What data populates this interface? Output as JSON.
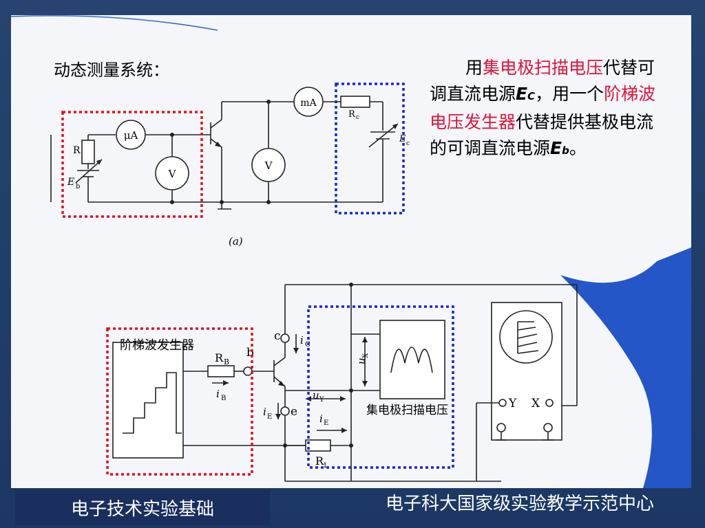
{
  "slide": {
    "heading": "动态测量系统：",
    "desc": {
      "p1": "用",
      "r1": "集电极扫描电压",
      "p2": "代替可调直流电源",
      "ec_main": "E",
      "ec_sub": "C",
      "p3": "，用一个",
      "r2": "阶梯波电压发生器",
      "p4": "代替提供基极电流的可调直流电源",
      "eb_main": "E",
      "eb_sub": "b",
      "p5": "。"
    }
  },
  "circuit_a": {
    "caption": "(a)",
    "r": "R",
    "eb": "E",
    "eb_sub": "b",
    "ua": "μA",
    "v_left": "V",
    "v_mid": "V",
    "ma": "mA",
    "rc": "R",
    "rc_sub": "c",
    "ec": "E",
    "ec_sub": "c"
  },
  "circuit_b": {
    "generator": "阶梯波发生器",
    "rb": "R",
    "rb_sub": "B",
    "b": "b",
    "c": "c",
    "e": "e",
    "ic": "i",
    "ic_sub": "C",
    "ib": "i",
    "ib_sub": "B",
    "ie1": "i",
    "ie1_sub": "E",
    "ie2": "i",
    "ie2_sub": "E",
    "ux": "u",
    "ux_sub": "X",
    "uy": "u",
    "uy_sub": "Y",
    "scan": "集电极扫描电压",
    "r1": "R",
    "r1_sub": "1",
    "y": "Y",
    "x": "X"
  },
  "footer": {
    "left": "电子技术实验基础",
    "right": "电子科大国家级实验教学示范中心"
  },
  "colors": {
    "red_box": "#e0101a",
    "blue_box": "#1a22d0",
    "highlight": "#e0133a",
    "footer_bg": "#1a2f5e"
  }
}
